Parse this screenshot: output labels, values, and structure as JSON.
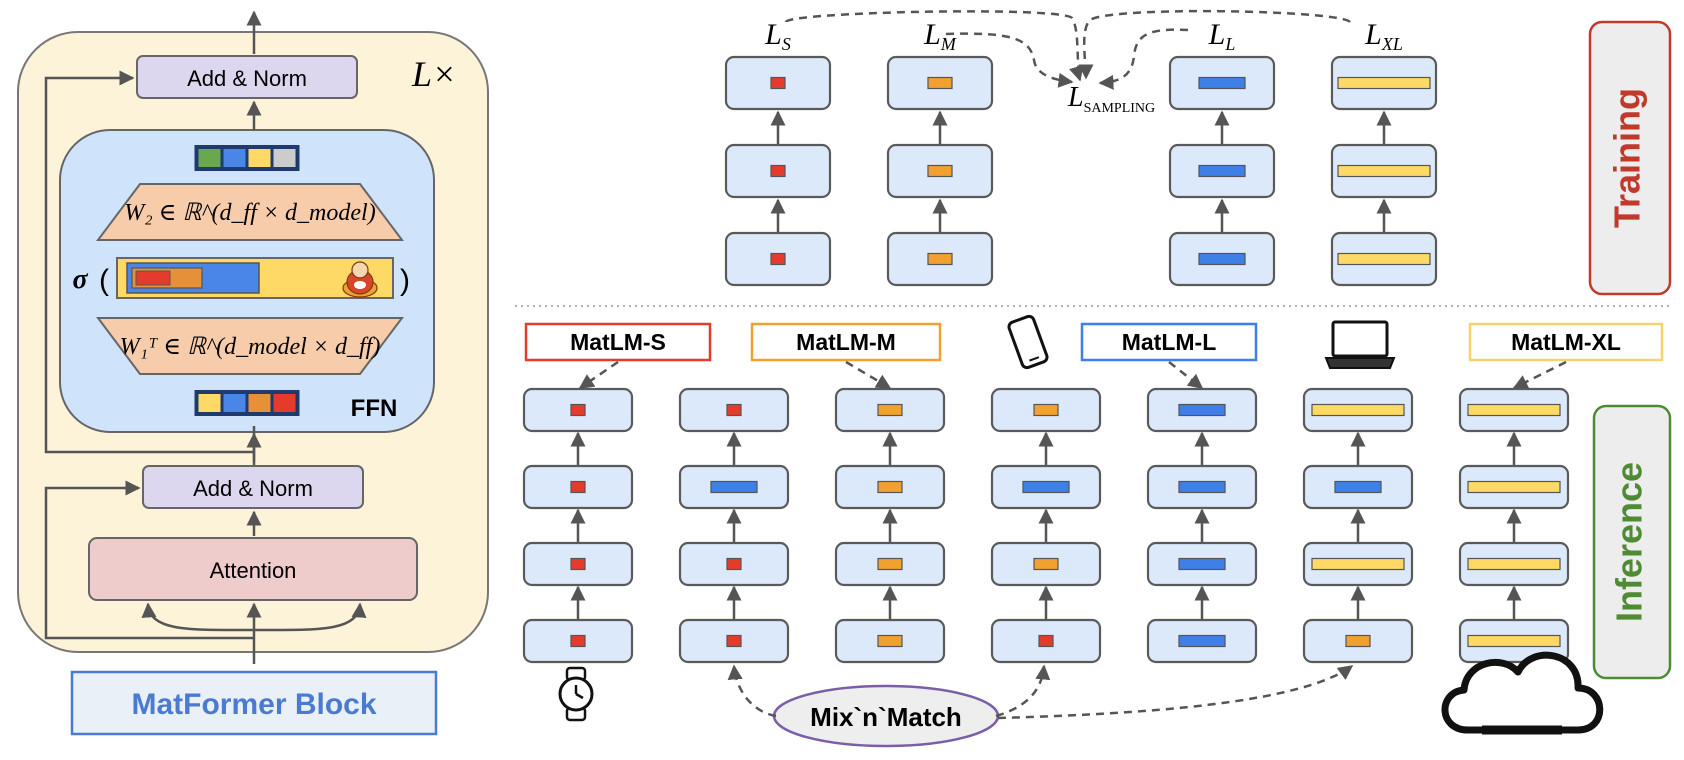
{
  "block": {
    "title": "MatFormer Block",
    "repeat_label": "L×",
    "add_norm_top": "Add & Norm",
    "add_norm_bottom": "Add & Norm",
    "attention": "Attention",
    "ffn_label": "FFN",
    "w2_label": "W₂ ∈ ℝ^(d_ff × d_model)",
    "w1_label": "W₁ᵀ ∈ ℝ^(d_model × d_ff)",
    "sigma": "σ",
    "paren_open": "(",
    "paren_close": ")",
    "token_top_colors": [
      "#6aa84f",
      "#4a86e8",
      "#ffd966",
      "#cccccc"
    ],
    "token_bottom_colors": [
      "#ffd966",
      "#4a86e8",
      "#e69138",
      "#e53b2c"
    ]
  },
  "colors": {
    "small": "#e53b2c",
    "medium": "#f2a030",
    "large": "#3f7fe8",
    "xlarge": "#ffd966",
    "layer_fill": "#dbe9fb",
    "layer_stroke": "#5a5a5a",
    "training": "#c0392b",
    "inference": "#4f8a34",
    "matformer_title": "#4a7bd0"
  },
  "training": {
    "label": "Training",
    "loss_sampling": {
      "base": "L",
      "sub": "SAMPLING"
    },
    "columns": [
      {
        "loss": {
          "base": "L",
          "sub": "S"
        },
        "size": "small"
      },
      {
        "loss": {
          "base": "L",
          "sub": "M"
        },
        "size": "medium"
      },
      {
        "loss": {
          "base": "L",
          "sub": "L"
        },
        "size": "large"
      },
      {
        "loss": {
          "base": "L",
          "sub": "XL"
        },
        "size": "xlarge"
      }
    ]
  },
  "inference": {
    "label": "Inference",
    "mixnmatch": "Mix`n`Match",
    "models": [
      {
        "label": "MatLM-S",
        "size": "small"
      },
      {
        "label": "MatLM-M",
        "size": "medium"
      },
      {
        "label": "MatLM-L",
        "size": "large"
      },
      {
        "label": "MatLM-XL",
        "size": "xlarge"
      }
    ],
    "columns": [
      {
        "layers": [
          "small",
          "small",
          "small",
          "small"
        ]
      },
      {
        "layers": [
          "small",
          "large",
          "small",
          "small"
        ]
      },
      {
        "layers": [
          "medium",
          "medium",
          "medium",
          "medium"
        ]
      },
      {
        "layers": [
          "medium",
          "large",
          "medium",
          "small"
        ]
      },
      {
        "layers": [
          "large",
          "large",
          "large",
          "large"
        ]
      },
      {
        "layers": [
          "xlarge",
          "large",
          "xlarge",
          "medium"
        ]
      },
      {
        "layers": [
          "xlarge",
          "xlarge",
          "xlarge",
          "xlarge"
        ]
      }
    ],
    "devices": [
      "watch-icon",
      "phone-icon",
      "laptop-icon",
      "cloud-icon"
    ]
  }
}
